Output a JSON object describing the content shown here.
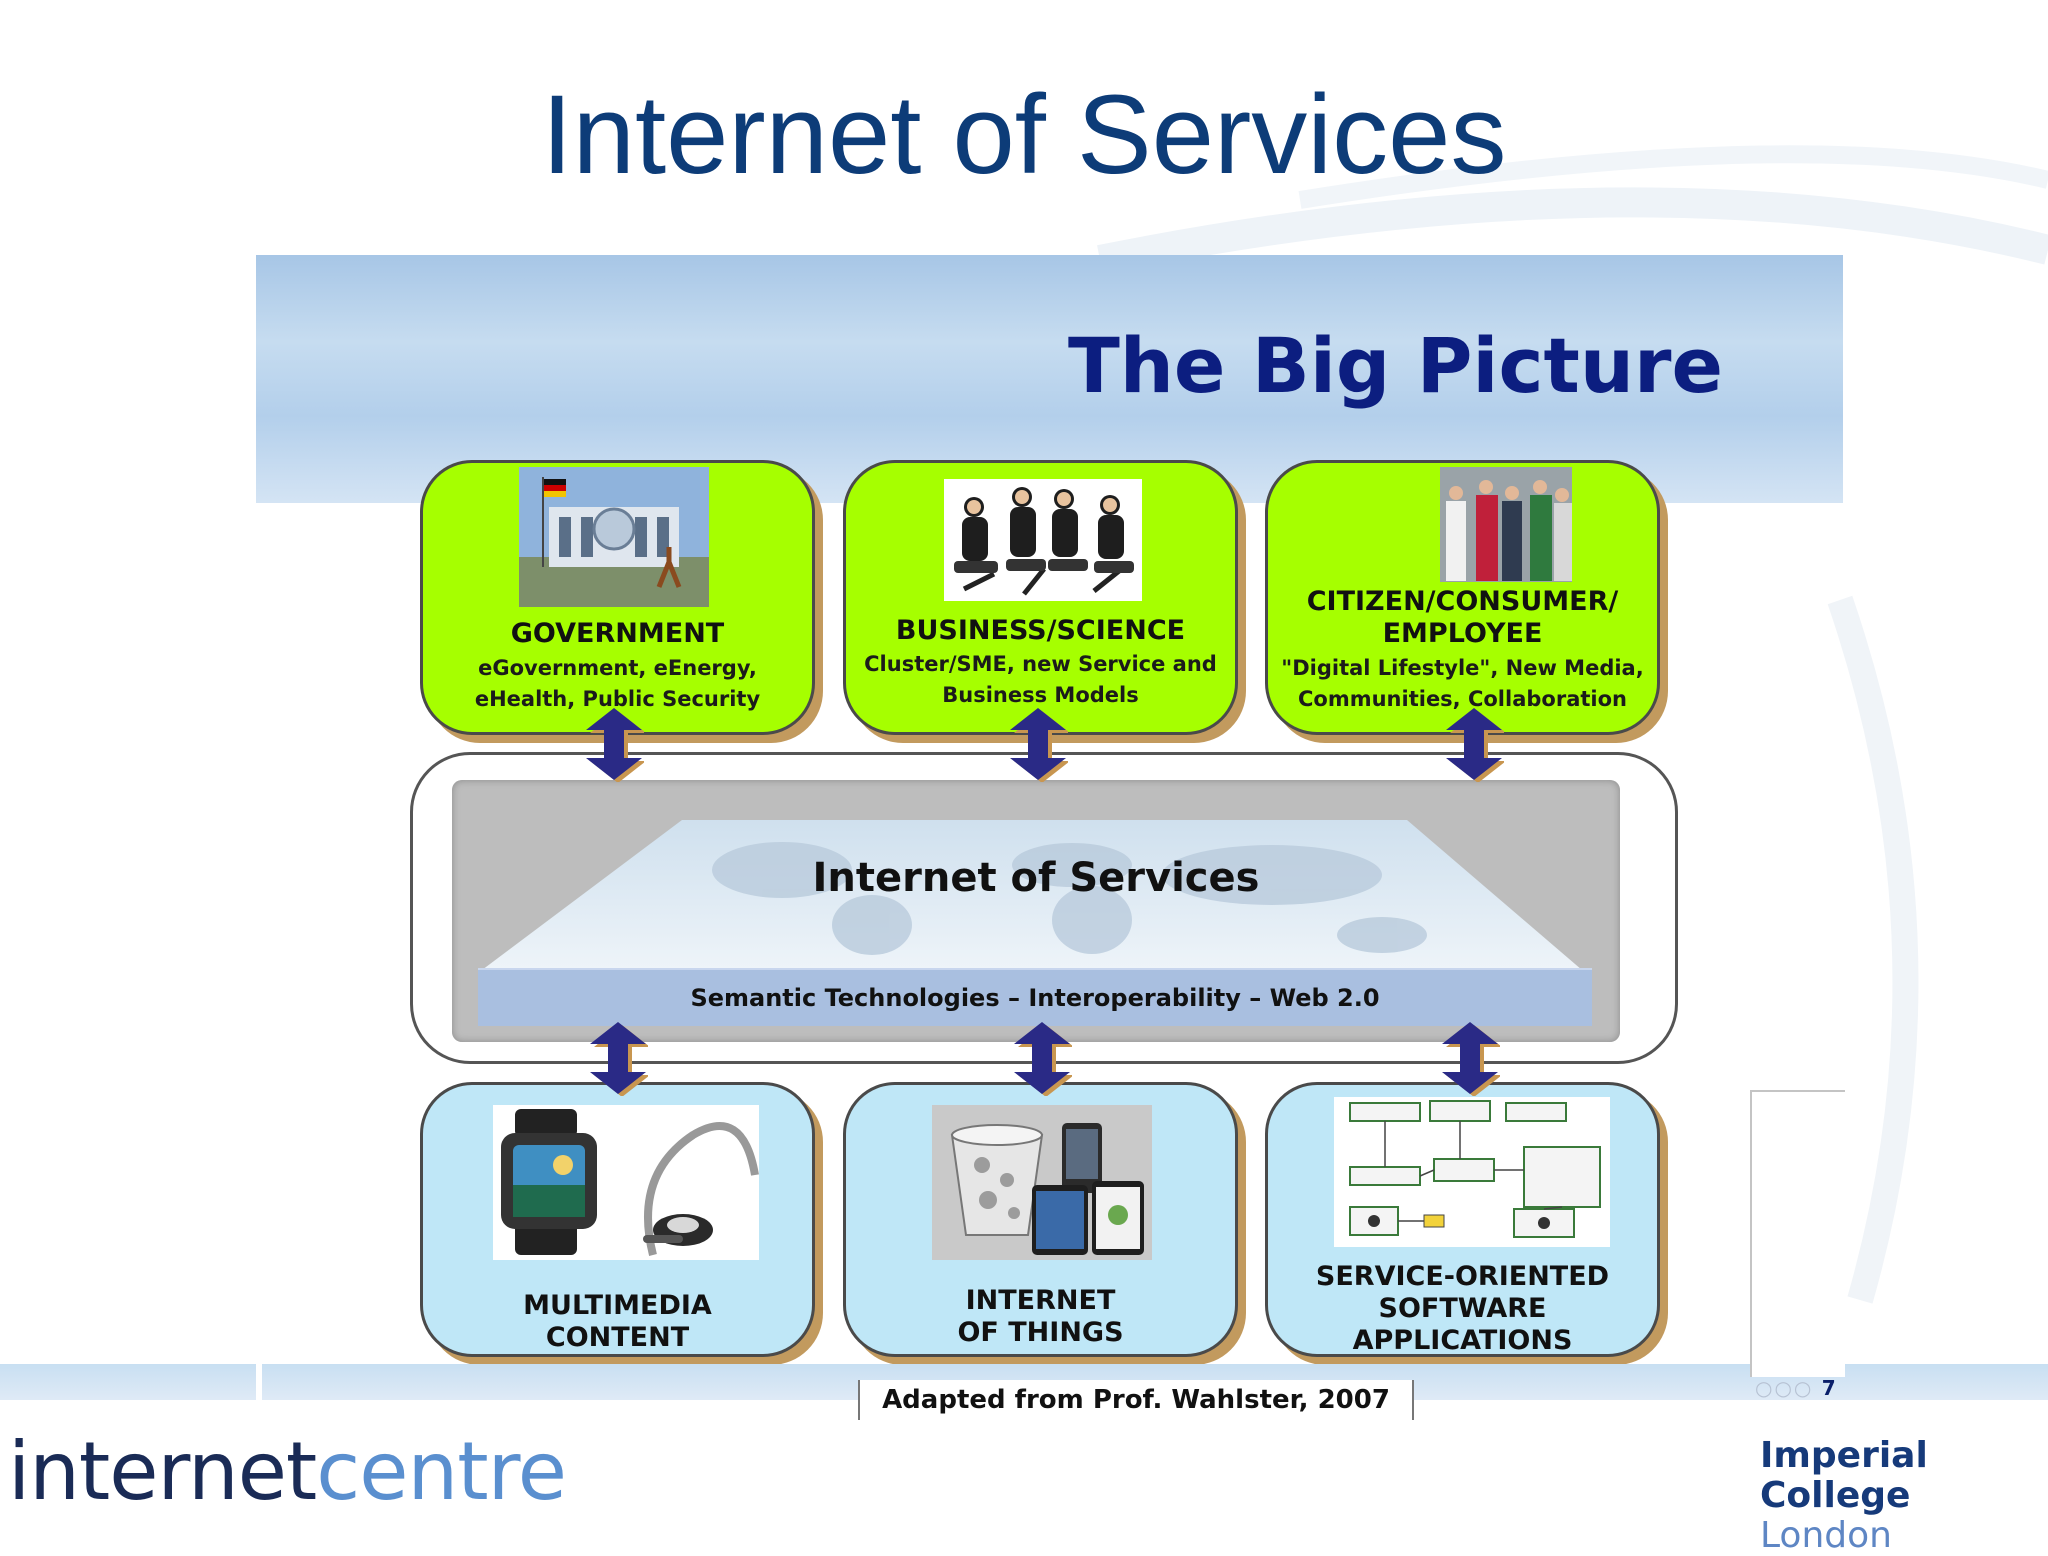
{
  "slide": {
    "title": "Internet of Services"
  },
  "figure": {
    "banner_title": "The Big Picture",
    "top_cards": [
      {
        "heading": "GOVERNMENT",
        "desc": "eGovernment, eEnergy,\neHealth, Public Security"
      },
      {
        "heading": "BUSINESS/SCIENCE",
        "desc": "Cluster/SME, new Service and\nBusiness Models"
      },
      {
        "heading": "CITIZEN/CONSUMER/\nEMPLOYEE",
        "desc": "\"Digital Lifestyle\", New Media,\nCommunities, Collaboration"
      }
    ],
    "center": {
      "title": "Internet of Services",
      "strip": "Semantic Technologies – Interoperability – Web 2.0"
    },
    "bottom_cards": [
      {
        "heading": "MULTIMEDIA\nCONTENT"
      },
      {
        "heading": "INTERNET\nOF THINGS"
      },
      {
        "heading": "SERVICE-ORIENTED\nSOFTWARE\nAPPLICATIONS"
      }
    ],
    "caption": "Adapted from Prof. Wahlster, 2007",
    "side_mark": "7",
    "colors": {
      "green_card": "#a6ff00",
      "blue_card": "#bfe7f7",
      "arrow": "#2a2a86",
      "title": "#0d3c78"
    }
  },
  "footer": {
    "brand_left_1": "internet",
    "brand_left_2": "centre",
    "brand_right_1": "Imperial College",
    "brand_right_2": "London"
  }
}
